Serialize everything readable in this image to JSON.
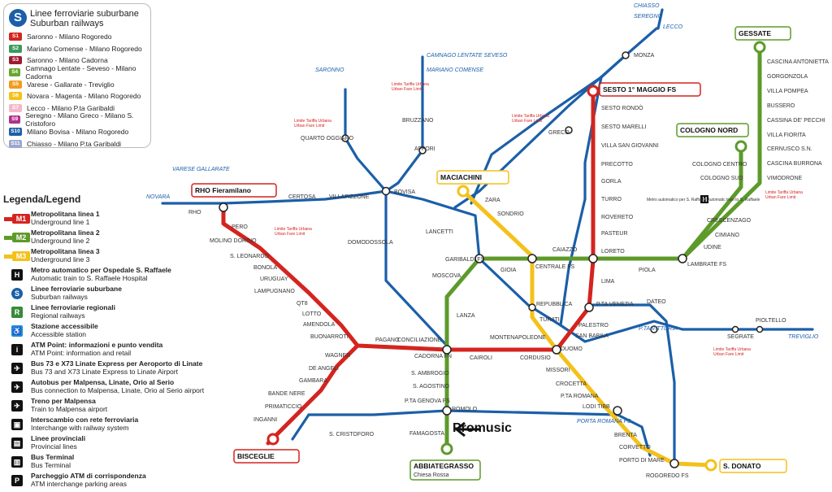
{
  "colors": {
    "m1": "#d4241f",
    "m2": "#5d9a2a",
    "m3": "#f4c11b",
    "suburban": "#1b5fa8",
    "s_red": "#c0202a",
    "s_green": "#3a8a3a"
  },
  "suburban_box": {
    "title_it": "Linee ferroviarie suburbane",
    "title_en": "Suburban railways",
    "lines": [
      {
        "code": "S1",
        "route": "Saronno - Milano Rogoredo",
        "color": "#d4241f"
      },
      {
        "code": "S2",
        "route": "Mariano Comense - Milano Rogoredo",
        "color": "#3a9a5a"
      },
      {
        "code": "S3",
        "route": "Saronno - Milano Cadorna",
        "color": "#9e1b32"
      },
      {
        "code": "S4",
        "route": "Camnago Lentate - Seveso - Milano Cadorna",
        "color": "#6aa62e"
      },
      {
        "code": "S5",
        "route": "Varese - Gallarate - Treviglio",
        "color": "#f29b1d"
      },
      {
        "code": "S6",
        "route": "Novara - Magenta - Milano Rogoredo",
        "color": "#f4c11b"
      },
      {
        "code": "S7",
        "route": "Lecco - Milano P.ta Garibaldi",
        "color": "#f4b8c8"
      },
      {
        "code": "S9",
        "route": "Seregno - Milano Greco - Milano S. Cristoforo",
        "color": "#b0308a"
      },
      {
        "code": "S10",
        "route": "Milano Bovisa - Milano Rogoredo",
        "color": "#1b5fa8"
      },
      {
        "code": "S11",
        "route": "Chiasso - Milano P.ta Garibaldi",
        "color": "#9aa8d0"
      }
    ]
  },
  "legend": {
    "title": "Legenda/Legend",
    "items": [
      {
        "it": "Metropolitana linea 1",
        "en": "Underground line 1",
        "sym": "M1"
      },
      {
        "it": "Metropolitana linea 2",
        "en": "Underground line 2",
        "sym": "M2"
      },
      {
        "it": "Metropolitana linea 3",
        "en": "Underground line 3",
        "sym": "M3"
      },
      {
        "it": "Metro automatico per Ospedale S. Raffaele",
        "en": "Automatic train to S. Raffaele Hospital",
        "sym": "H"
      },
      {
        "it": "Linee ferroviarie suburbane",
        "en": "Suburban railways",
        "sym": "S"
      },
      {
        "it": "Linee ferroviarie regionali",
        "en": "Regional railways",
        "sym": "R"
      },
      {
        "it": "Stazione accessibile",
        "en": "Accessible station",
        "sym": "♿"
      },
      {
        "it": "ATM Point: informazioni e punto vendita",
        "en": "ATM Point: information and retail",
        "sym": "i"
      },
      {
        "it": "Bus 73 e X73 Linate Express per Aeroporto di Linate",
        "en": "Bus 73 and X73 Linate Express to Linate Airport",
        "sym": "✈"
      },
      {
        "it": "Autobus per Malpensa, Linate, Orio al Serio",
        "en": "Bus connection to Malpensa, Linate, Orio al Serio airport",
        "sym": "✈"
      },
      {
        "it": "Treno per Malpensa",
        "en": "Train to Malpensa airport",
        "sym": "✈"
      },
      {
        "it": "Interscambio con rete ferroviaria",
        "en": "Interchange with railway system",
        "sym": "▣"
      },
      {
        "it": "Linee provinciali",
        "en": "Provincial lines",
        "sym": "▤"
      },
      {
        "it": "Bus Terminal",
        "en": "Bus Terminal",
        "sym": "▥"
      },
      {
        "it": "Parcheggio ATM di corrispondenza",
        "en": "ATM interchange parking areas",
        "sym": "P"
      }
    ]
  },
  "terminals": {
    "sesto": "SESTO 1° MAGGIO FS",
    "gessate": "GESSATE",
    "cologno": "COLOGNO NORD",
    "maciachini": "MACIACHINI",
    "rho": "RHO Fieramilano",
    "bisceglie": "BISCEGLIE",
    "abbiategrasso": "ABBIATEGRASSO",
    "abbiategrasso_sub": "Chiesa Rossa",
    "sdonato": "S. DONATO"
  },
  "stations": {
    "m1": [
      "PERO",
      "MOLINO DORINO",
      "S. LEONARDO",
      "BONOLA",
      "URUGUAY",
      "LAMPUGNANO",
      "QT8",
      "LOTTO",
      "AMENDOLA",
      "BUONARROTI",
      "WAGNER",
      "DE ANGELI",
      "GAMBARA",
      "BANDE NERE",
      "PRIMATICCIO",
      "INGANNI",
      "PAGANO",
      "CONCILIAZIONE",
      "CADORNA FN",
      "CAIROLI",
      "CORDUSIO",
      "DUOMO",
      "SAN BABILA",
      "PALESTRO",
      "P.TA VENEZIA",
      "LIMA",
      "LORETO",
      "PASTEUR",
      "ROVERETO",
      "TURRO",
      "GORLA",
      "PRECOTTO",
      "VILLA SAN GIOVANNI",
      "SESTO MARELLI",
      "SESTO RONDÒ"
    ],
    "m2": [
      "CASCINA ANTONIETTA",
      "GORGONZOLA",
      "VILLA POMPEA",
      "BUSSERO",
      "CASSINA DE' PECCHI",
      "VILLA FIORITA",
      "CERNUSCO S.N.",
      "CASCINA BURRONA",
      "VIMODRONE",
      "COLOGNO CENTRO",
      "COLOGNO SUD",
      "CRESCENZAGO",
      "CIMIANO",
      "UDINE",
      "LAMBRATE FS",
      "PIOLA",
      "CAIAZZO",
      "CENTRALE FS",
      "GIOIA",
      "GARIBALDI FS",
      "MOSCOVA",
      "LANZA",
      "S. AMBROGIO",
      "S. AGOSTINO",
      "P.TA GENOVA FS",
      "ROMOLO",
      "FAMAGOSTA"
    ],
    "m3": [
      "ZARA",
      "SONDRIO",
      "REPUBBLICA",
      "TURATI",
      "MONTENAPOLEONE",
      "MISSORI",
      "CROCETTA",
      "P.TA ROMANA",
      "LODI TIBB",
      "BRENTA",
      "CORVETTO",
      "PORTO DI MARE",
      "ROGOREDO FS"
    ],
    "suburban": [
      "CHIASSO",
      "SEREGNO",
      "LECCO",
      "MONZA",
      "GRECO",
      "SARONNO",
      "CAMNAGO LENTATE SEVESO",
      "MARIANO COMENSE",
      "BRUZZANO",
      "AFFORI",
      "QUARTO OGGIARO",
      "BOVISA",
      "VILLAPIZZONE",
      "CERTOSA",
      "RHO",
      "NOVARA",
      "VARESE GALLARATE",
      "LANCETTI",
      "DOMODOSSOLA",
      "DATEO",
      "P.TA VITTORIA",
      "SEGRATE",
      "PIOLTELLO",
      "TREVIGLIO",
      "PORTA ROMANA FS",
      "S. CRISTOFORO"
    ]
  },
  "limit_label_it": "Limite Tariffa Urbana",
  "limit_label_en": "Urban Fare Limit",
  "hospital_note": "Metro automatico per S. Raffaele Automatic train to S. Raffaele",
  "promo": "Promusic"
}
